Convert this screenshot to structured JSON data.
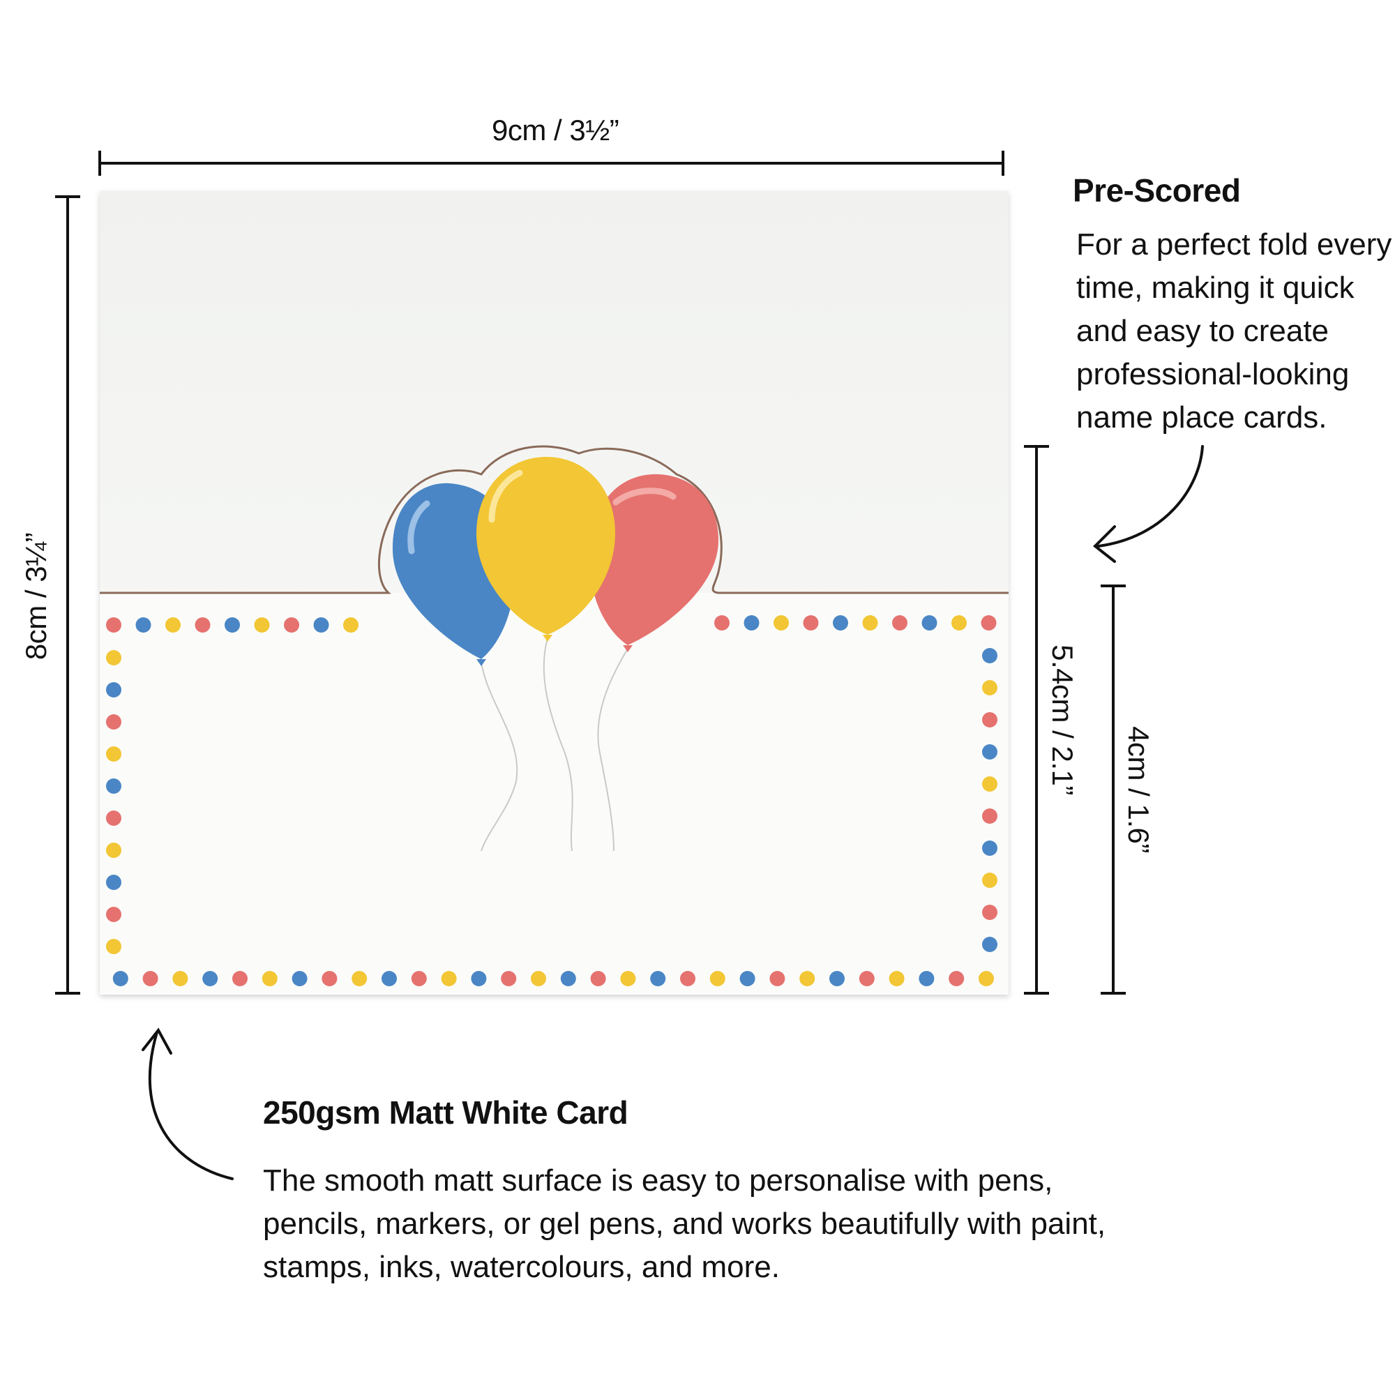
{
  "dimensions": {
    "width": "9cm / 3½”",
    "height": "8cm / 3¼”",
    "front_height": "5.4cm / 2.1”",
    "writing_area_height": "4cm / 1.6”"
  },
  "callouts": {
    "pre_scored": {
      "title": "Pre-Scored",
      "lines": [
        "For a perfect fold every",
        "time, making it quick",
        "and easy to create",
        "professional-looking",
        "name place cards."
      ]
    },
    "card_stock": {
      "title": "250gsm Matt White Card",
      "lines": [
        "The smooth matt surface is easy to personalise with pens,",
        "pencils, markers, or gel pens, and works beautifully with paint,",
        "stamps, inks, watercolours, and more."
      ]
    }
  },
  "colors": {
    "blue": "#4a86c5",
    "yellow": "#f2c634",
    "red": "#e5726f",
    "card": "#f7f8f6",
    "score_line": "#8a6a5a"
  },
  "illustration": {
    "balloons": [
      "blue",
      "yellow",
      "red"
    ],
    "border_dot_pattern": [
      "red",
      "blue",
      "yellow"
    ]
  }
}
